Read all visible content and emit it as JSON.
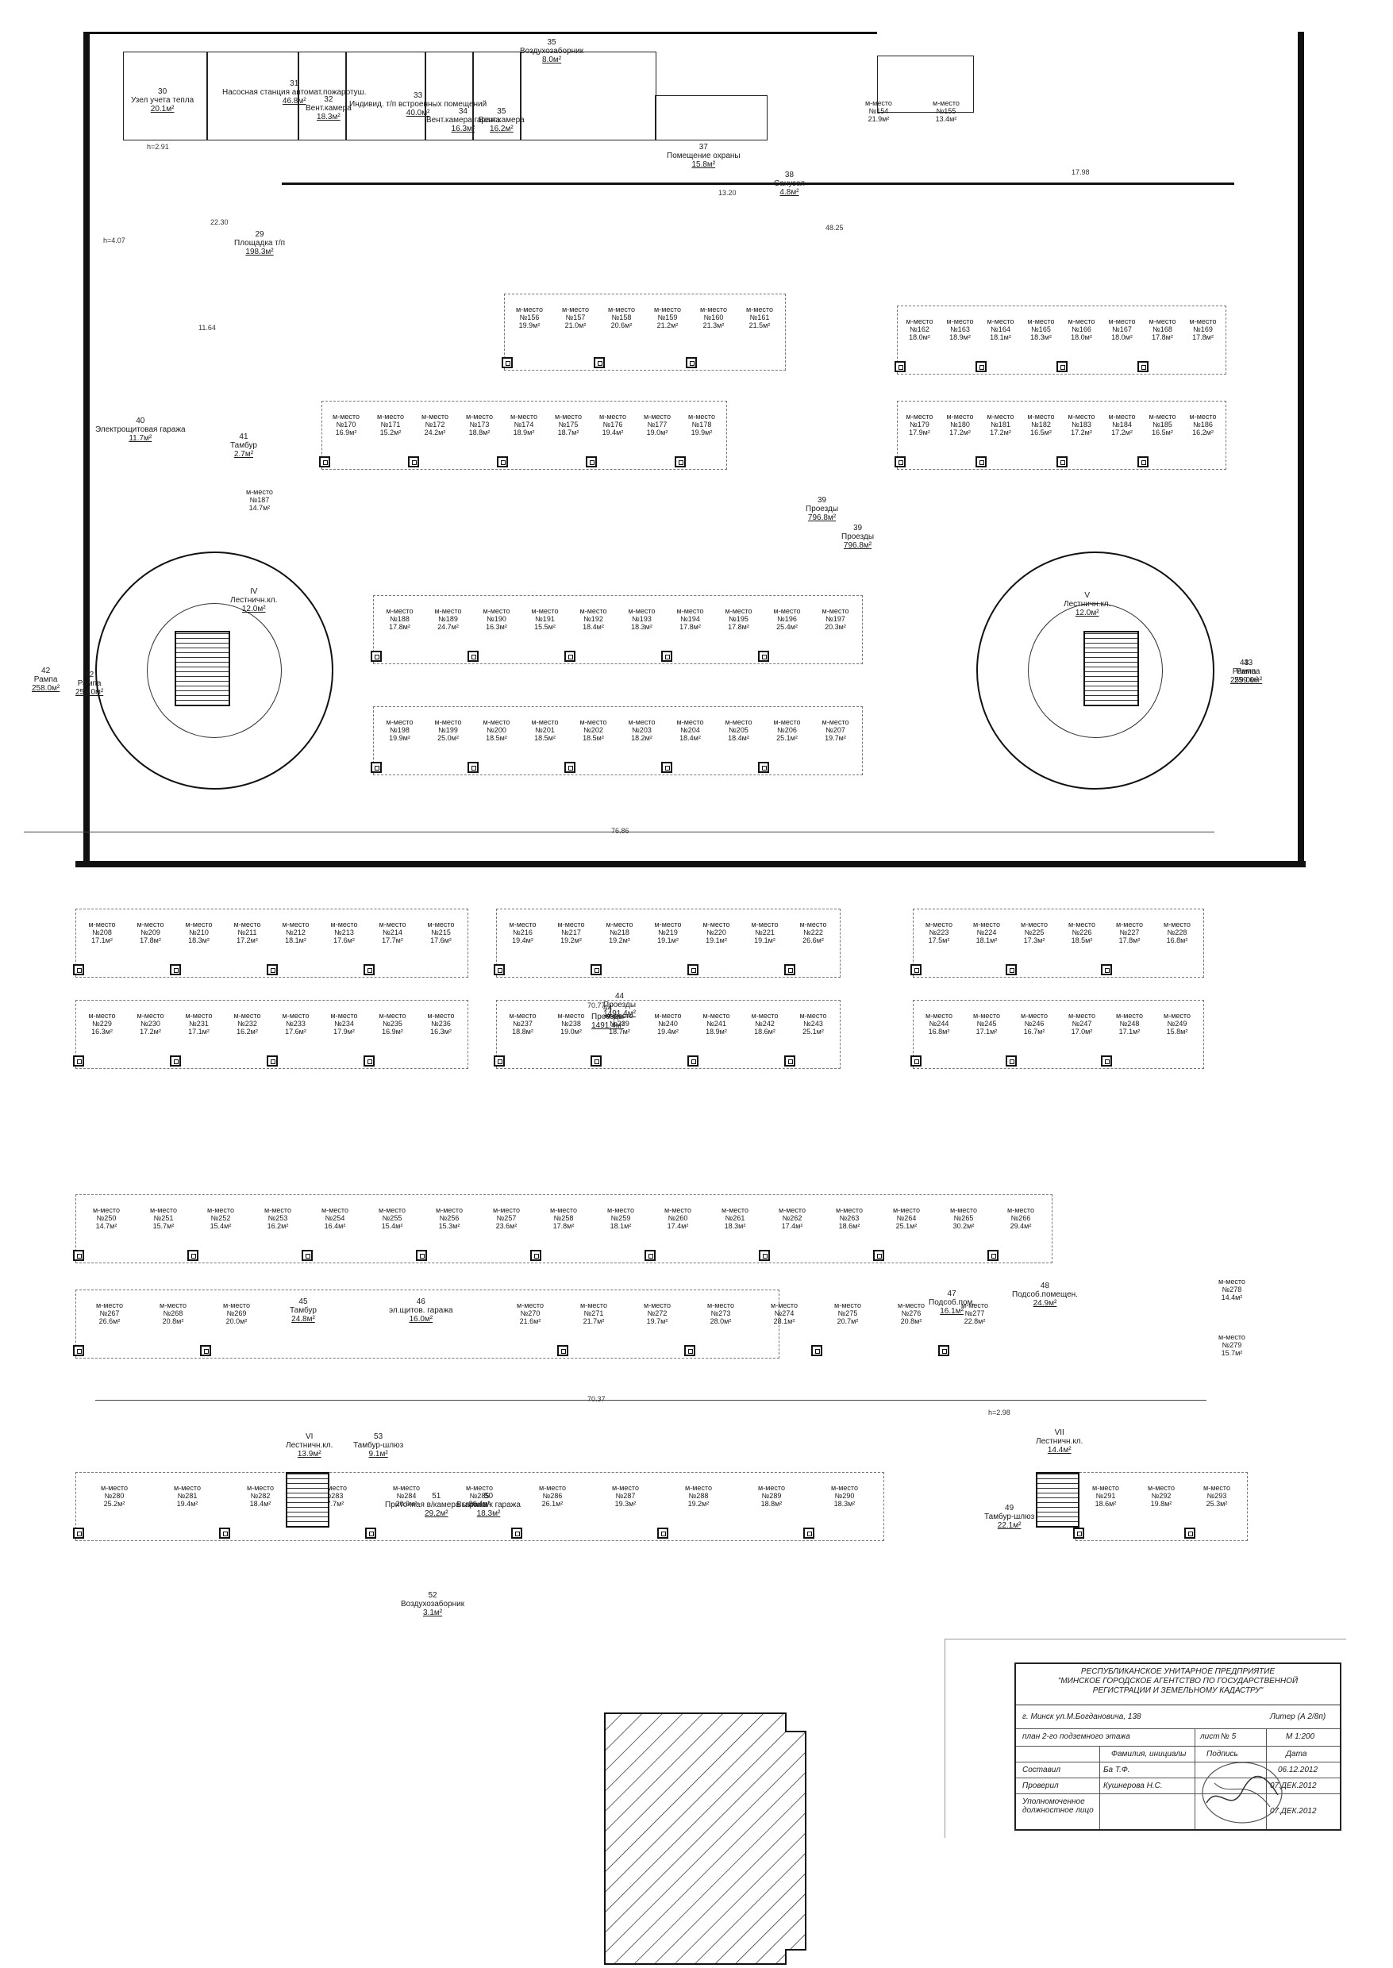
{
  "rooms": {
    "r29": {
      "num": "29",
      "name": "Площадка т/п",
      "area": "198.3м²"
    },
    "r30": {
      "num": "30",
      "name": "Узел учета тепла",
      "area": "20.1м²"
    },
    "r31": {
      "num": "31",
      "name": "Насосная станция автомат.пожаротуш.",
      "area": "46.8м²"
    },
    "r32": {
      "num": "32",
      "name": "Вент.камера",
      "area": "18.3м²"
    },
    "r33": {
      "num": "33",
      "name": "Индивид. т/п встроенных помещений",
      "area": "40.0м²"
    },
    "r34": {
      "num": "34",
      "name": "Вент.камера гаража",
      "area": "16.3м²"
    },
    "r35": {
      "num": "35",
      "name": "Вент.камера",
      "area": "16.2м²"
    },
    "r35b": {
      "num": "35",
      "name": "Воздухозаборник",
      "area": "8.0м²"
    },
    "r37": {
      "num": "37",
      "name": "Помещение охраны",
      "area": "15.8м²"
    },
    "r38": {
      "num": "38",
      "name": "Санузел",
      "area": "4.8м²"
    },
    "r39": {
      "num": "39",
      "name": "Проезды",
      "area": "796.8м²"
    },
    "r40": {
      "num": "40",
      "name": "Электрощитовая гаража",
      "area": "11.7м²"
    },
    "r41": {
      "num": "41",
      "name": "Тамбур",
      "area": "2.7м²"
    },
    "r42": {
      "num": "42",
      "name": "Рампа",
      "area": "258.0м²"
    },
    "r43": {
      "num": "43",
      "name": "Рампа",
      "area": "259.0м²"
    },
    "r44": {
      "num": "44",
      "name": "Проезды",
      "area": "1491.4м²"
    },
    "r45": {
      "num": "45",
      "name": "Тамбур",
      "area": "24.8м²"
    },
    "r46": {
      "num": "46",
      "name": "эл.щитов. гаража",
      "area": "16.0м²"
    },
    "r47": {
      "num": "47",
      "name": "Подсоб.пом.",
      "area": "16.1м²"
    },
    "r48": {
      "num": "48",
      "name": "Подсоб.помещен.",
      "area": "24.9м²"
    },
    "r49": {
      "num": "49",
      "name": "Тамбур-шлюз",
      "area": "22.1м²"
    },
    "r50": {
      "num": "50",
      "name": "Вытяж.в/к гаража",
      "area": "18.3м²"
    },
    "r51": {
      "num": "51",
      "name": "Приточная в/камера гаража",
      "area": "29.2м²"
    },
    "r52": {
      "num": "52",
      "name": "Воздухозаборник",
      "area": "3.1м²"
    },
    "r53": {
      "num": "53",
      "name": "Тамбур-шлюз",
      "area": "9.1м²"
    },
    "stairIV": {
      "num": "IV",
      "name": "Лестничн.кл.",
      "area": "12.0м²"
    },
    "stairV": {
      "num": "V",
      "name": "Лестничн.кл.",
      "area": "12.0м²"
    },
    "stairVI": {
      "num": "VI",
      "name": "Лестничн.кл.",
      "area": "13.9м²"
    },
    "stairVII": {
      "num": "VII",
      "name": "Лестничн.кл.",
      "area": "14.4м²"
    }
  },
  "spot_label": "м-место",
  "row_a": [
    {
      "n": "№156",
      "a": "19.9м²"
    },
    {
      "n": "№157",
      "a": "21.0м²"
    },
    {
      "n": "№158",
      "a": "20.6м²"
    },
    {
      "n": "№159",
      "a": "21.2м²"
    },
    {
      "n": "№160",
      "a": "21.3м²"
    },
    {
      "n": "№161",
      "a": "21.5м²"
    }
  ],
  "row_b": [
    {
      "n": "№170",
      "a": "16.9м²"
    },
    {
      "n": "№171",
      "a": "15.2м²"
    },
    {
      "n": "№172",
      "a": "24.2м²"
    },
    {
      "n": "№173",
      "a": "18.8м²"
    },
    {
      "n": "№174",
      "a": "18.9м²"
    },
    {
      "n": "№175",
      "a": "18.7м²"
    },
    {
      "n": "№176",
      "a": "19.4м²"
    },
    {
      "n": "№177",
      "a": "19.0м²"
    },
    {
      "n": "№178",
      "a": "19.9м²"
    }
  ],
  "row_c": [
    {
      "n": "№162",
      "a": "18.0м²"
    },
    {
      "n": "№163",
      "a": "18.9м²"
    },
    {
      "n": "№164",
      "a": "18.1м²"
    },
    {
      "n": "№165",
      "a": "18.3м²"
    },
    {
      "n": "№166",
      "a": "18.0м²"
    },
    {
      "n": "№167",
      "a": "18.0м²"
    },
    {
      "n": "№168",
      "a": "17.8м²"
    },
    {
      "n": "№169",
      "a": "17.8м²"
    }
  ],
  "row_d": [
    {
      "n": "№179",
      "a": "17.9м²"
    },
    {
      "n": "№180",
      "a": "17.2м²"
    },
    {
      "n": "№181",
      "a": "17.2м²"
    },
    {
      "n": "№182",
      "a": "16.5м²"
    },
    {
      "n": "№183",
      "a": "17.2м²"
    },
    {
      "n": "№184",
      "a": "17.2м²"
    },
    {
      "n": "№185",
      "a": "16.5м²"
    },
    {
      "n": "№186",
      "a": "16.2м²"
    }
  ],
  "spot154": {
    "n": "№154",
    "a": "21.9м²"
  },
  "spot155": {
    "n": "№155",
    "a": "13.4м²"
  },
  "spot187": {
    "n": "№187",
    "a": "14.7м²"
  },
  "row_e": [
    {
      "n": "№188",
      "a": "17.8м²"
    },
    {
      "n": "№189",
      "a": "24.7м²"
    },
    {
      "n": "№190",
      "a": "16.3м²"
    },
    {
      "n": "№191",
      "a": "15.5м²"
    },
    {
      "n": "№192",
      "a": "18.4м²"
    },
    {
      "n": "№193",
      "a": "18.3м²"
    },
    {
      "n": "№194",
      "a": "17.8м²"
    },
    {
      "n": "№195",
      "a": "17.8м²"
    },
    {
      "n": "№196",
      "a": "25.4м²"
    },
    {
      "n": "№197",
      "a": "20.3м²"
    }
  ],
  "row_f": [
    {
      "n": "№198",
      "a": "19.9м²"
    },
    {
      "n": "№199",
      "a": "25.0м²"
    },
    {
      "n": "№200",
      "a": "18.5м²"
    },
    {
      "n": "№201",
      "a": "18.5м²"
    },
    {
      "n": "№202",
      "a": "18.5м²"
    },
    {
      "n": "№203",
      "a": "18.2м²"
    },
    {
      "n": "№204",
      "a": "18.4м²"
    },
    {
      "n": "№205",
      "a": "18.4м²"
    },
    {
      "n": "№206",
      "a": "25.1м²"
    },
    {
      "n": "№207",
      "a": "19.7м²"
    }
  ],
  "row_g": [
    {
      "n": "№208",
      "a": "17.1м²"
    },
    {
      "n": "№209",
      "a": "17.8м²"
    },
    {
      "n": "№210",
      "a": "18.3м²"
    },
    {
      "n": "№211",
      "a": "17.2м²"
    },
    {
      "n": "№212",
      "a": "18.1м²"
    },
    {
      "n": "№213",
      "a": "17.6м²"
    },
    {
      "n": "№214",
      "a": "17.7м²"
    },
    {
      "n": "№215",
      "a": "17.6м²"
    }
  ],
  "row_h": [
    {
      "n": "№216",
      "a": "19.4м²"
    },
    {
      "n": "№217",
      "a": "19.2м²"
    },
    {
      "n": "№218",
      "a": "19.2м²"
    },
    {
      "n": "№219",
      "a": "19.1м²"
    },
    {
      "n": "№220",
      "a": "19.1м²"
    },
    {
      "n": "№221",
      "a": "19.1м²"
    },
    {
      "n": "№222",
      "a": "26.6м²"
    }
  ],
  "row_i": [
    {
      "n": "№223",
      "a": "17.5м²"
    },
    {
      "n": "№224",
      "a": "18.1м²"
    },
    {
      "n": "№225",
      "a": "17.3м²"
    },
    {
      "n": "№226",
      "a": "18.5м²"
    },
    {
      "n": "№227",
      "a": "17.8м²"
    },
    {
      "n": "№228",
      "a": "16.8м²"
    }
  ],
  "row_j": [
    {
      "n": "№229",
      "a": "16.3м²"
    },
    {
      "n": "№230",
      "a": "17.2м²"
    },
    {
      "n": "№231",
      "a": "17.1м²"
    },
    {
      "n": "№232",
      "a": "16.2м²"
    },
    {
      "n": "№233",
      "a": "17.6м²"
    },
    {
      "n": "№234",
      "a": "17.9м²"
    },
    {
      "n": "№235",
      "a": "16.9м²"
    },
    {
      "n": "№236",
      "a": "16.3м²"
    }
  ],
  "row_k": [
    {
      "n": "№237",
      "a": "18.8м²"
    },
    {
      "n": "№238",
      "a": "19.0м²"
    },
    {
      "n": "№239",
      "a": "18.7м²"
    },
    {
      "n": "№240",
      "a": "19.4м²"
    },
    {
      "n": "№241",
      "a": "18.9м²"
    },
    {
      "n": "№242",
      "a": "18.6м²"
    },
    {
      "n": "№243",
      "a": "25.1м²"
    }
  ],
  "row_l": [
    {
      "n": "№244",
      "a": "16.8м²"
    },
    {
      "n": "№245",
      "a": "17.1м²"
    },
    {
      "n": "№246",
      "a": "16.7м²"
    },
    {
      "n": "№247",
      "a": "17.0м²"
    },
    {
      "n": "№248",
      "a": "17.1м²"
    },
    {
      "n": "№249",
      "a": "15.8м²"
    }
  ],
  "row_m": [
    {
      "n": "№250",
      "a": "14.7м²"
    },
    {
      "n": "№251",
      "a": "15.7м²"
    },
    {
      "n": "№252",
      "a": "15.4м²"
    },
    {
      "n": "№253",
      "a": "16.2м²"
    },
    {
      "n": "№254",
      "a": "16.4м²"
    },
    {
      "n": "№255",
      "a": "15.4м²"
    },
    {
      "n": "№256",
      "a": "15.3м²"
    },
    {
      "n": "№257",
      "a": "23.6м²"
    },
    {
      "n": "№258",
      "a": "17.8м²"
    },
    {
      "n": "№259",
      "a": "18.1м²"
    },
    {
      "n": "№260",
      "a": "17.4м²"
    },
    {
      "n": "№261",
      "a": "18.3м²"
    },
    {
      "n": "№262",
      "a": "17.4м²"
    },
    {
      "n": "№263",
      "a": "18.6м²"
    },
    {
      "n": "№264",
      "a": "25.1м²"
    },
    {
      "n": "№265",
      "a": "30.2м²"
    },
    {
      "n": "№266",
      "a": "29.4м²"
    }
  ],
  "row_n": [
    {
      "n": "№267",
      "a": "26.6м²"
    },
    {
      "n": "№268",
      "a": "20.8м²"
    },
    {
      "n": "№269",
      "a": "20.0м²"
    },
    {
      "n": "№270",
      "a": "21.6м²"
    },
    {
      "n": "№271",
      "a": "21.7м²"
    },
    {
      "n": "№272",
      "a": "19.7м²"
    },
    {
      "n": "№273",
      "a": "28.0м²"
    },
    {
      "n": "№274",
      "a": "28.1м²"
    },
    {
      "n": "№275",
      "a": "20.7м²"
    },
    {
      "n": "№276",
      "a": "20.8м²"
    },
    {
      "n": "№277",
      "a": "22.8м²"
    }
  ],
  "spot278": {
    "n": "№278",
    "a": "14.4м²"
  },
  "spot279": {
    "n": "№279",
    "a": "15.7м²"
  },
  "row_o": [
    {
      "n": "№280",
      "a": "25.2м²"
    },
    {
      "n": "№281",
      "a": "19.4м²"
    },
    {
      "n": "№282",
      "a": "18.4м²"
    },
    {
      "n": "№283",
      "a": "17.7м²"
    },
    {
      "n": "№284",
      "a": "20.0м²"
    },
    {
      "n": "№285",
      "a": "26.4м²"
    },
    {
      "n": "№286",
      "a": "26.1м²"
    },
    {
      "n": "№287",
      "a": "19.3м²"
    },
    {
      "n": "№288",
      "a": "19.2м²"
    },
    {
      "n": "№289",
      "a": "18.8м²"
    },
    {
      "n": "№290",
      "a": "18.3м²"
    }
  ],
  "row_p": [
    {
      "n": "№291",
      "a": "18.6м²"
    },
    {
      "n": "№292",
      "a": "19.8м²"
    },
    {
      "n": "№293",
      "a": "25.3м²"
    }
  ],
  "dims": {
    "d1": "22.30",
    "d2": "48.25",
    "d3": "76.86",
    "d4": "70.77",
    "d5": "70.37",
    "d6": "17.98",
    "d7": "13.20",
    "d8": "11.64",
    "d9": "h=4.07",
    "d10": "h=2.91",
    "d11": "h=2.98"
  },
  "title_block": {
    "org1": "РЕСПУБЛИКАНСКОЕ УНИТАРНОЕ ПРЕДПРИЯТИЕ",
    "org2": "\"МИНСКОЕ ГОРОДСКОЕ АГЕНТСТВО ПО ГОСУДАРСТВЕННОЙ",
    "org3": "РЕГИСТРАЦИИ И ЗЕМЕЛЬНОМУ КАДАСТРУ\"",
    "address": "г. Минск ул.М.Богдановича, 138",
    "liter": "Литер (А 2/8п)",
    "plan": "план 2-го подземного этажа",
    "sheet_label": "лист",
    "sheet": "№ 5",
    "scale": "М 1:200",
    "col_surname": "Фамилия, инициалы",
    "col_sign": "Подпись",
    "col_date": "Дата",
    "compiled": "Составил",
    "compiler": "Ба Т.Ф.",
    "date": "06.12.2012",
    "checked": "Проверил",
    "checker": "Кушнерова Н.С.",
    "date2": "07.ДЕК.2012",
    "authorized": "Уполномоченное должностное лицо",
    "date3": "07.ДЕК.2012"
  }
}
